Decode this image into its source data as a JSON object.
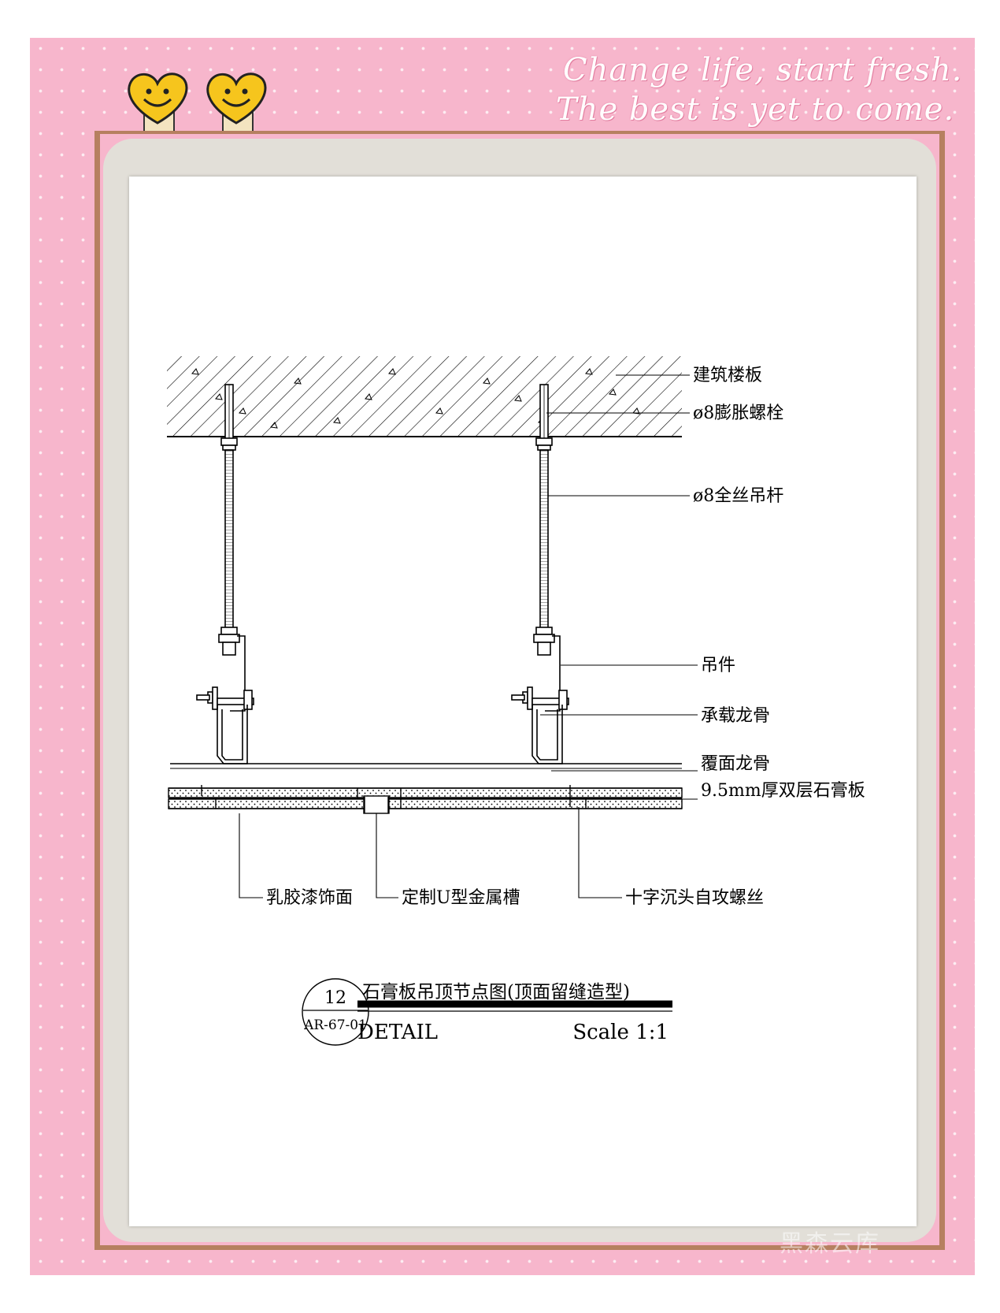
{
  "slogans": [
    "Change life, start fresh.",
    "The best is yet to come."
  ],
  "labels": {
    "slab": "建筑楼板",
    "anchor_bolt": "ø8膨胀螺栓",
    "rod": "ø8全丝吊杆",
    "hanger": "吊件",
    "main_keel": "承载龙骨",
    "cover_keel": "覆面龙骨",
    "gypsum": "9.5mm厚双层石膏板",
    "paint": "乳胶漆饰面",
    "u_groove": "定制U型金属槽",
    "screw": "十字沉头自攻螺丝"
  },
  "title_block": {
    "number": "12",
    "sheet": "AR-67-01",
    "title": "石膏板吊顶节点图(顶面留缝造型)",
    "detail": "DETAIL",
    "scale": "Scale 1:1"
  },
  "watermark": "黑森云库",
  "colors": {
    "frame_pink": "#f7b6cc",
    "frame_brown": "#b68060",
    "panel_gray": "#e2dfd8",
    "line": "#000000",
    "emoji_yellow": "#f6c51d"
  }
}
